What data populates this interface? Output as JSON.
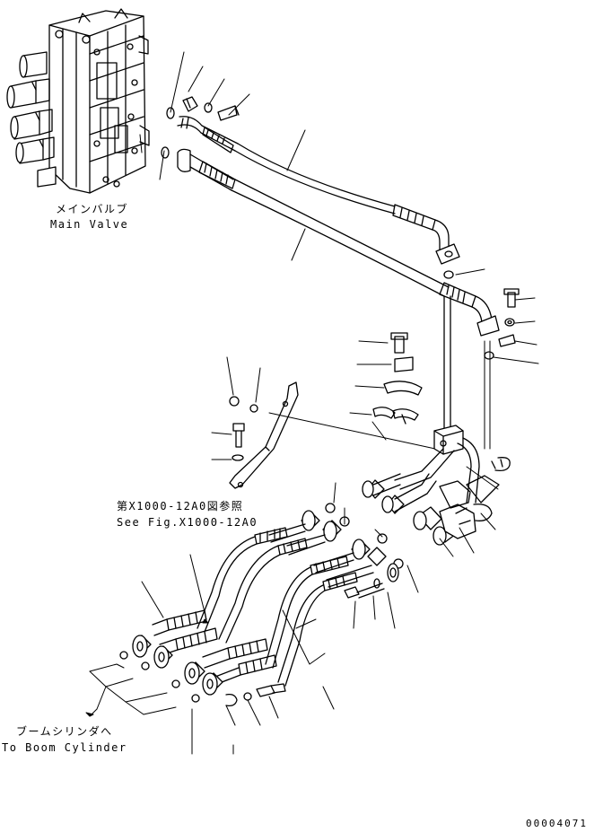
{
  "labels": {
    "main_valve_jp": "メインバルブ",
    "main_valve_en": "Main Valve",
    "see_fig_jp": "第X1000-12A0図参照",
    "see_fig_en": "See Fig.X1000-12A0",
    "boom_cyl_jp": "ブームシリンダへ",
    "boom_cyl_en": "To Boom Cylinder",
    "drawing_number": "00004071"
  },
  "colors": {
    "line": "#000000",
    "background": "#ffffff"
  }
}
